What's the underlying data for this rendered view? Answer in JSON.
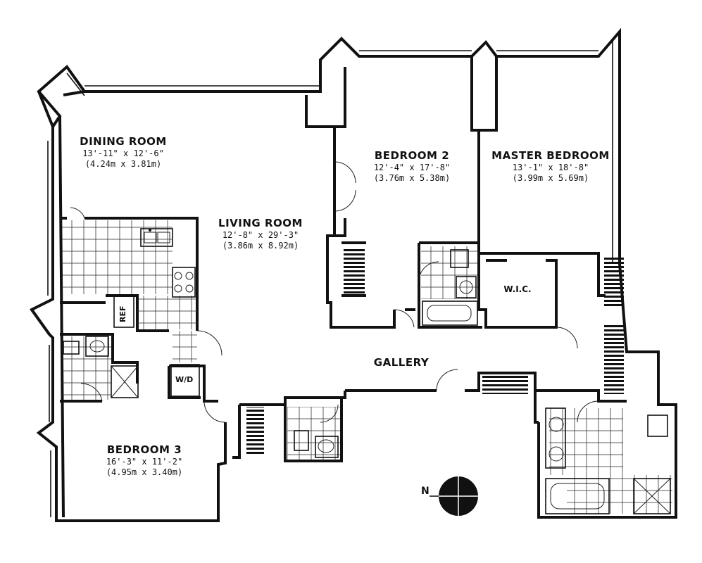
{
  "rooms": {
    "dining": {
      "name": "DINING ROOM",
      "dim_ft": "13'-11\" x 12'-6\"",
      "dim_m": "(4.24m x 3.81m)"
    },
    "living": {
      "name": "LIVING ROOM",
      "dim_ft": "12'-8\" x 29'-3\"",
      "dim_m": "(3.86m x 8.92m)"
    },
    "bedroom2": {
      "name": "BEDROOM 2",
      "dim_ft": "12'-4\" x 17'-8\"",
      "dim_m": "(3.76m x 5.38m)"
    },
    "master": {
      "name": "MASTER BEDROOM",
      "dim_ft": "13'-1\" x 18'-8\"",
      "dim_m": "(3.99m x 5.69m)"
    },
    "bedroom3": {
      "name": "BEDROOM 3",
      "dim_ft": "16'-3\" x 11'-2\"",
      "dim_m": "(4.95m x 3.40m)"
    },
    "gallery": {
      "name": "GALLERY"
    },
    "wic": {
      "name": "W.I.C."
    }
  },
  "fixtures": {
    "ref": "REF",
    "wd": "W/D"
  },
  "compass": {
    "label": "N"
  }
}
